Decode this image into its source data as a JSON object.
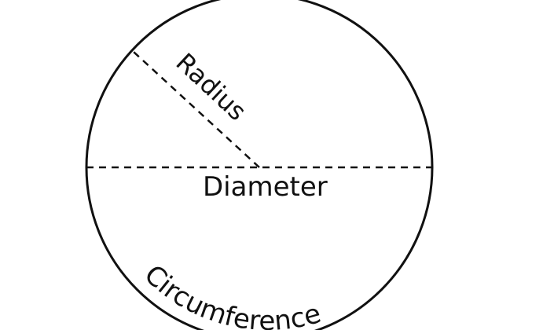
{
  "diagram": {
    "labels": {
      "radius": "Radius",
      "diameter": "Diameter",
      "circumference": "Circumference"
    },
    "colors": {
      "stroke": "#111111",
      "background": "#ffffff"
    }
  }
}
